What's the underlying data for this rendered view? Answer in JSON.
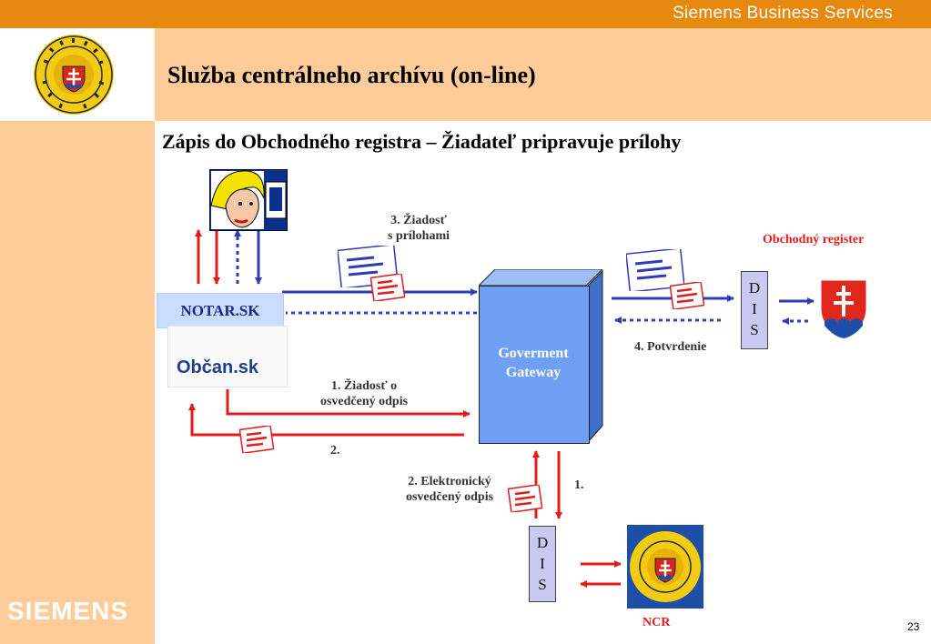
{
  "header": {
    "brand": "Siemens Business Services"
  },
  "slide": {
    "title": "Služba centrálneho archívu (on-line)",
    "subtitle": "Zápis do Obchodného registra – Žiadateľ pripravuje prílohy",
    "page_number": "23"
  },
  "footer": {
    "siemens_logo": "SIEMENS"
  },
  "diagram": {
    "notar_label": "NOTAR.SK",
    "obcan_label": "Občan.sk",
    "gateway_line1": "Goverment",
    "gateway_line2": "Gateway",
    "dis_upper": [
      "D",
      "I",
      "S"
    ],
    "dis_lower": [
      "D",
      "I",
      "S"
    ],
    "obchodny_register": "Obchodný register",
    "ncr": "NCR",
    "labels": {
      "step3_line1": "3. Žiadosť",
      "step3_line2": "s prílohami",
      "step4": "4. Potvrdenie",
      "step1_line1": "1. Žiadosť o",
      "step1_line2": "osvedčený odpis",
      "step2_short": "2.",
      "step2_line1": "2. Elektronický",
      "step2_line2": "osvedčený odpis",
      "step1_short": "1."
    }
  },
  "colors": {
    "orange_bar": "#e8890f",
    "peach": "#ffcc99",
    "red_arrow": "#e31b1b",
    "blue_arrow": "#2f3bb8",
    "gateway_blue": "#6fa0f5",
    "dis_lilac": "#c9c9f2"
  },
  "icons": [
    "notary-seal-icon",
    "woman-at-computer-icon",
    "document-icon",
    "slovak-coat-of-arms-icon"
  ]
}
